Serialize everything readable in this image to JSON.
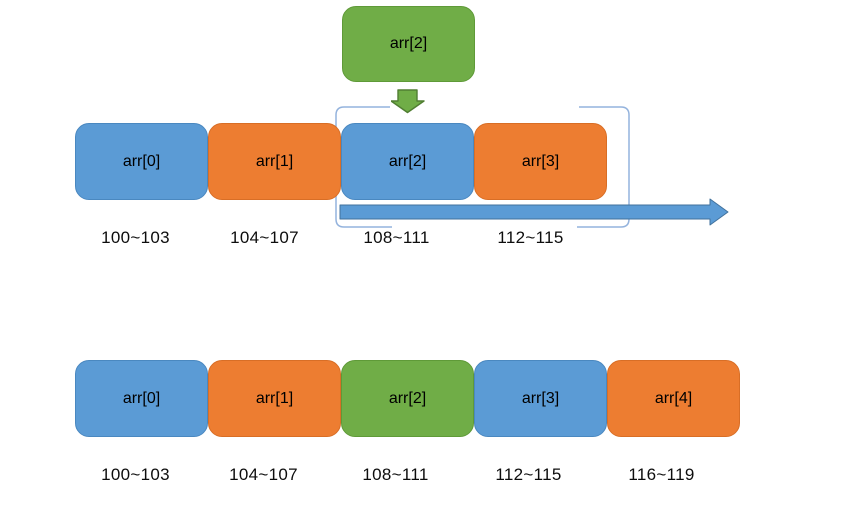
{
  "colors": {
    "cell_blue": "#5B9BD5",
    "cell_orange": "#ED7D31",
    "cell_green": "#70AD47",
    "arrow_blue_fill": "#5B9BD5",
    "arrow_blue_border": "#41719C",
    "arrow_green_fill": "#70AD47",
    "arrow_green_border": "#507E32",
    "bracket_line": "#94B3DD",
    "text": "#000000",
    "background": "#FFFFFF"
  },
  "pointer_box": {
    "label": "arr[2]",
    "color": "#70AD47"
  },
  "top_row": {
    "cells": [
      {
        "label": "arr[0]",
        "address": "100~103",
        "color": "#5B9BD5"
      },
      {
        "label": "arr[1]",
        "address": "104~107",
        "color": "#ED7D31"
      },
      {
        "label": "arr[2]",
        "address": "108~111",
        "color": "#5B9BD5"
      },
      {
        "label": "arr[3]",
        "address": "112~115",
        "color": "#ED7D31"
      }
    ]
  },
  "bottom_row": {
    "cells": [
      {
        "label": "arr[0]",
        "address": "100~103",
        "color": "#5B9BD5"
      },
      {
        "label": "arr[1]",
        "address": "104~107",
        "color": "#ED7D31"
      },
      {
        "label": "arr[2]",
        "address": "108~111",
        "color": "#70AD47"
      },
      {
        "label": "arr[3]",
        "address": "112~115",
        "color": "#5B9BD5"
      },
      {
        "label": "arr[4]",
        "address": "116~119",
        "color": "#ED7D31"
      }
    ]
  }
}
